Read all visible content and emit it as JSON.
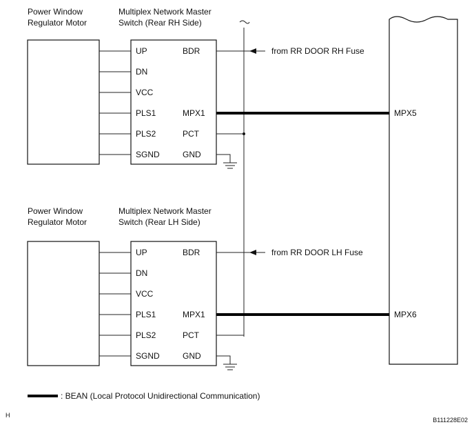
{
  "upper": {
    "motor_title": [
      "Power Window",
      "Regulator Motor"
    ],
    "switch_title": [
      "Multiplex Network Master",
      "Switch (Rear RH Side)"
    ],
    "left_pins": [
      "UP",
      "DN",
      "VCC",
      "PLS1",
      "PLS2",
      "SGND"
    ],
    "right_pins": [
      "BDR",
      "MPX1",
      "PCT",
      "GND"
    ],
    "fuse_label": "from RR DOOR RH Fuse",
    "ecu_pin": "MPX5"
  },
  "lower": {
    "motor_title": [
      "Power Window",
      "Regulator Motor"
    ],
    "switch_title": [
      "Multiplex Network Master",
      "Switch (Rear LH Side)"
    ],
    "left_pins": [
      "UP",
      "DN",
      "VCC",
      "PLS1",
      "PLS2",
      "SGND"
    ],
    "right_pins": [
      "BDR",
      "MPX1",
      "PCT",
      "GND"
    ],
    "fuse_label": "from RR DOOR LH Fuse",
    "ecu_pin": "MPX6"
  },
  "legend": {
    "text": ": BEAN (Local Protocol Unidirectional Communication)"
  },
  "footer": {
    "left_code": "H",
    "figure_id": "B111228E02"
  },
  "colors": {
    "ink": "#111111",
    "background": "#ffffff"
  }
}
